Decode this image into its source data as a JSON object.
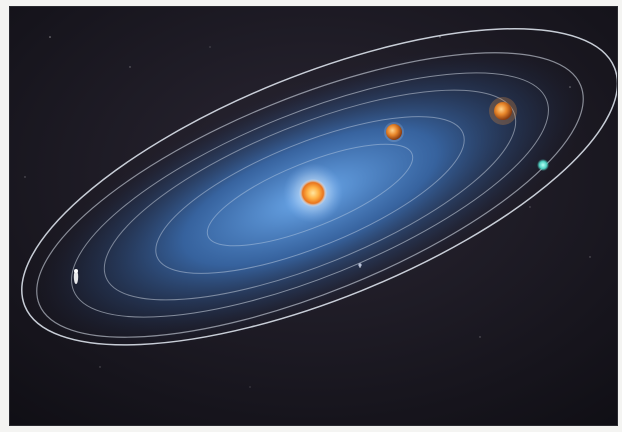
{
  "scene": {
    "subject": "solar-system-illustration",
    "colors": {
      "space": "#14131a",
      "glow": "#5a9ee8",
      "orbit": "#e6edf7",
      "sun_core": "#ffe07a",
      "sun_edge": "#e8731c",
      "planet_warm": "#e08a2a",
      "planet_teal": "#4fd3c4",
      "comet": "#ffffff"
    },
    "planets": [
      {
        "name": "sun",
        "color": "#ffb347"
      },
      {
        "name": "planet-orange-1",
        "color": "#d9781f"
      },
      {
        "name": "planet-orange-2",
        "color": "#e8902a"
      },
      {
        "name": "planet-teal",
        "color": "#4fd3c4"
      },
      {
        "name": "comet-white",
        "color": "#ffffff"
      }
    ]
  }
}
